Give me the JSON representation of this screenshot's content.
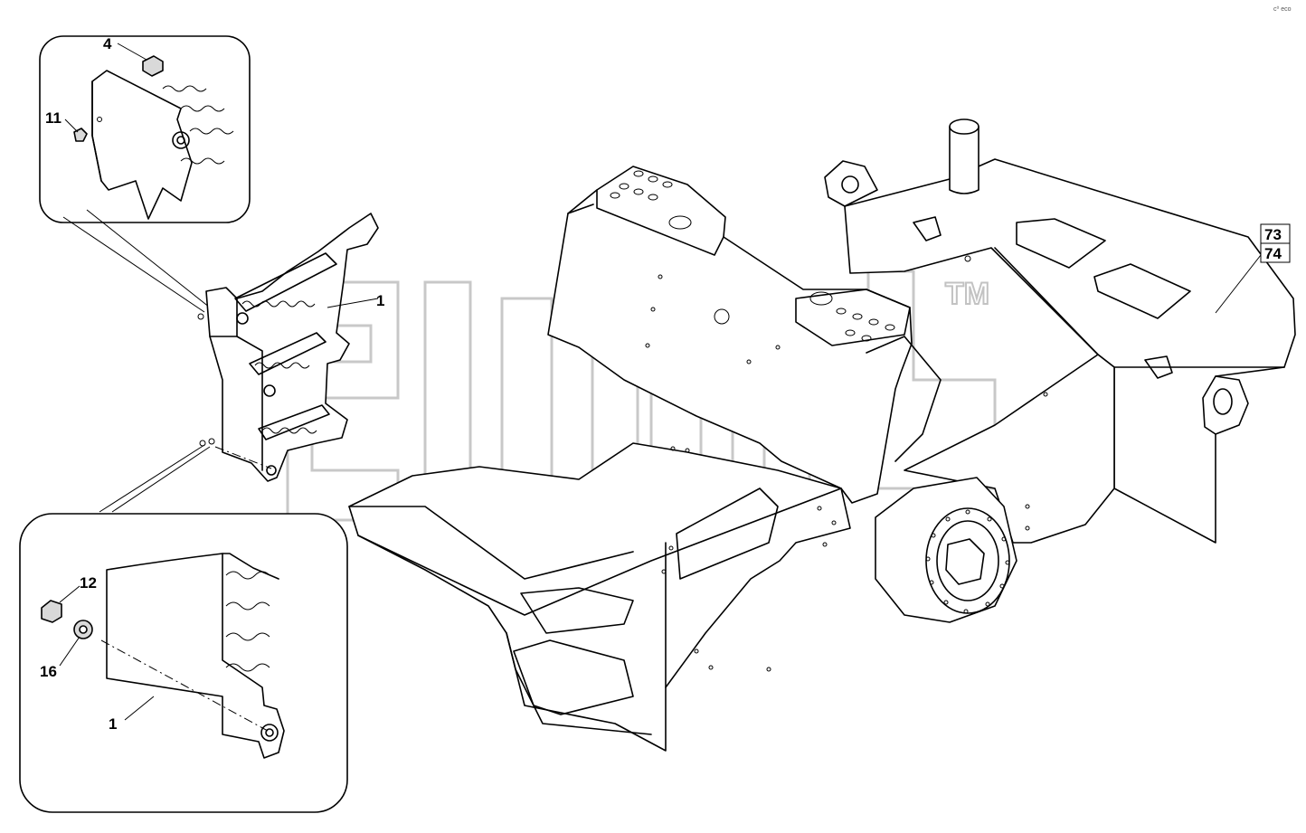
{
  "callouts": {
    "c4": "4",
    "c11": "11",
    "c1_main": "1",
    "c12": "12",
    "c16": "16",
    "c1_detail": "1",
    "c73": "73",
    "c74": "74"
  },
  "watermark": {
    "tm": "TM"
  },
  "corner_mark": "c⁰ eco"
}
